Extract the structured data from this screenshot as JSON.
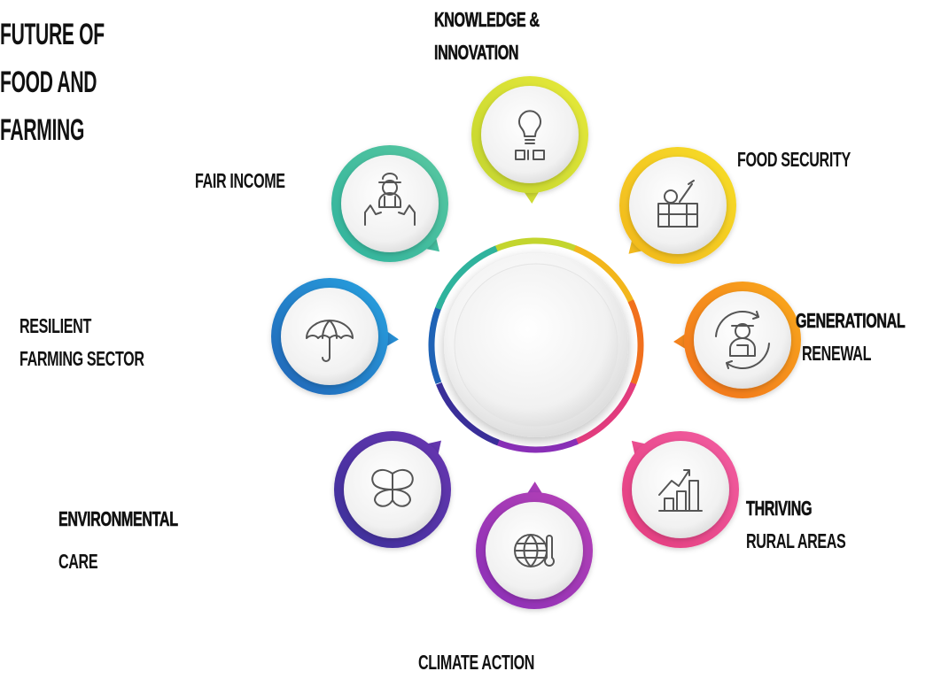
{
  "title": {
    "lines": [
      "FUTURE OF",
      "FOOD AND",
      "FARMING"
    ]
  },
  "nodes": [
    {
      "id": "knowledge",
      "lines": [
        "KNOWLEDGE &",
        "INNOVATION"
      ],
      "color_a": "#c3d52e",
      "color_b": "#e7e93b",
      "icon": "light-bulb-icon"
    },
    {
      "id": "food-security",
      "lines": [
        "FOOD SECURITY"
      ],
      "color_a": "#f2b61c",
      "color_b": "#f6df2a",
      "icon": "produce-crate-icon"
    },
    {
      "id": "generational",
      "lines": [
        "GENERATIONAL",
        "RENEWAL"
      ],
      "color_a": "#f1701d",
      "color_b": "#f9ab1d",
      "icon": "farmer-cycle-icon"
    },
    {
      "id": "rural",
      "lines": [
        "THRIVING",
        "RURAL AREAS"
      ],
      "color_a": "#e33c7e",
      "color_b": "#f25ea1",
      "icon": "growth-chart-icon"
    },
    {
      "id": "climate",
      "lines": [
        "CLIMATE ACTION"
      ],
      "color_a": "#8a2fb8",
      "color_b": "#b742b5",
      "icon": "globe-thermometer-icon"
    },
    {
      "id": "environment",
      "lines": [
        "ENVIRONMENTAL",
        "CARE"
      ],
      "color_a": "#3a2f9a",
      "color_b": "#6a37b1",
      "icon": "leaf-butterfly-icon"
    },
    {
      "id": "resilient",
      "lines": [
        "RESILIENT",
        "FARMING SECTOR"
      ],
      "color_a": "#1f63b6",
      "color_b": "#2aa3e0",
      "icon": "umbrella-icon"
    },
    {
      "id": "fair-income",
      "lines": [
        "FAIR INCOME"
      ],
      "color_a": "#2fb39d",
      "color_b": "#59c7a0",
      "icon": "farmer-hands-icon"
    }
  ]
}
